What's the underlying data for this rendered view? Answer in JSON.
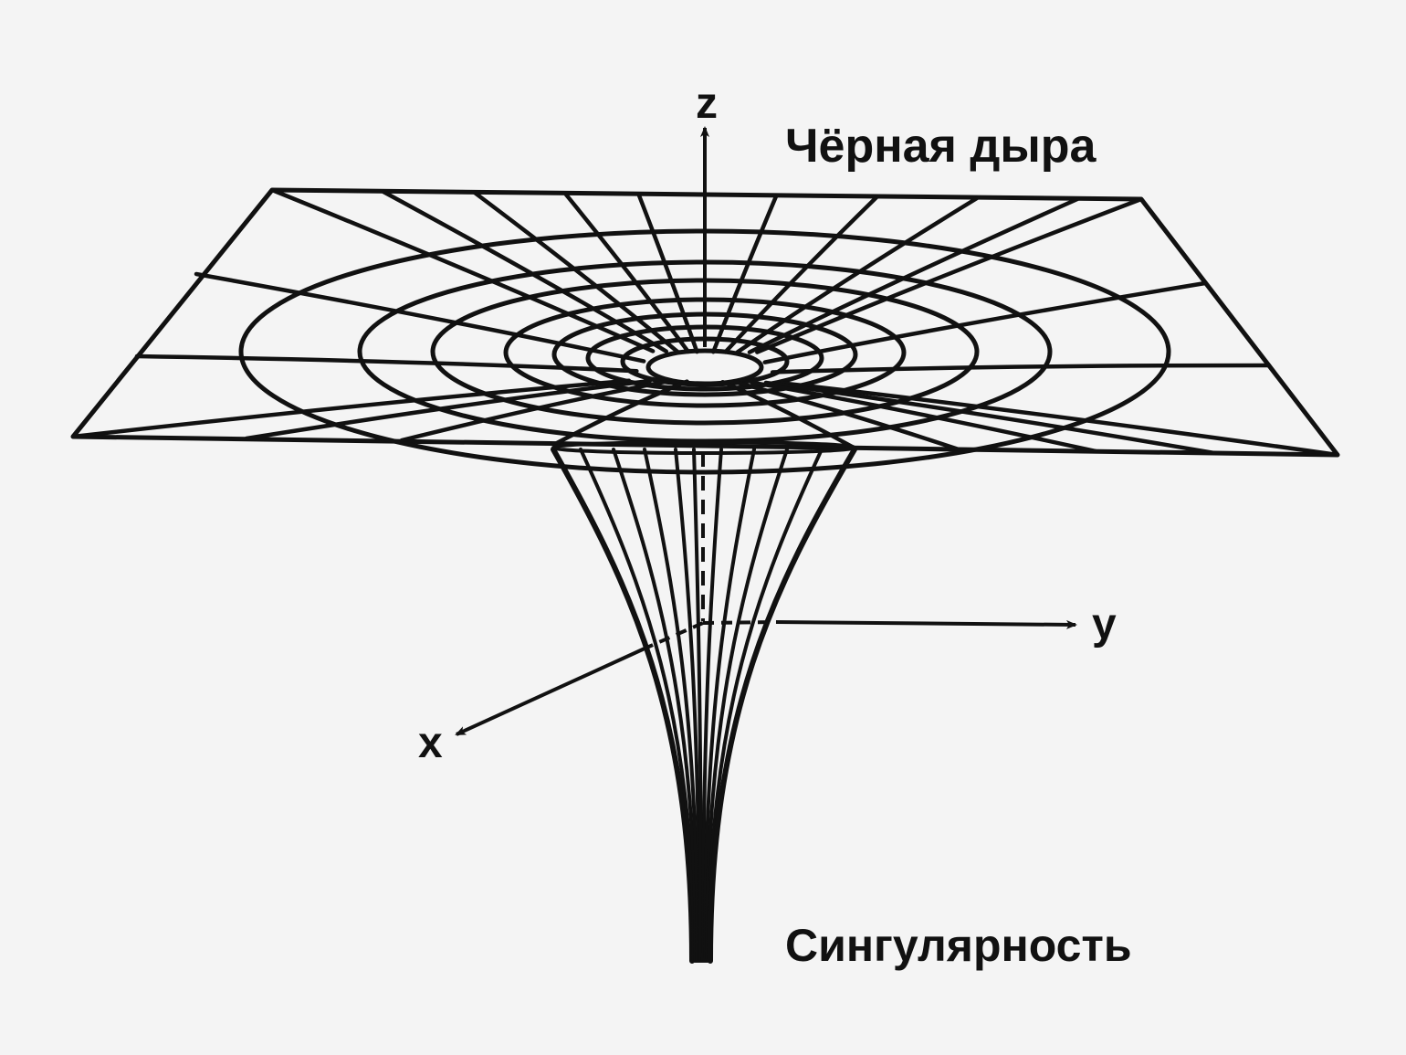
{
  "labels": {
    "title": "Чёрная дыра",
    "singularity": "Сингулярность",
    "axis_x": "x",
    "axis_y": "y",
    "axis_z": "z"
  },
  "colors": {
    "background": "#f4f4f4",
    "ink": "#111111"
  }
}
